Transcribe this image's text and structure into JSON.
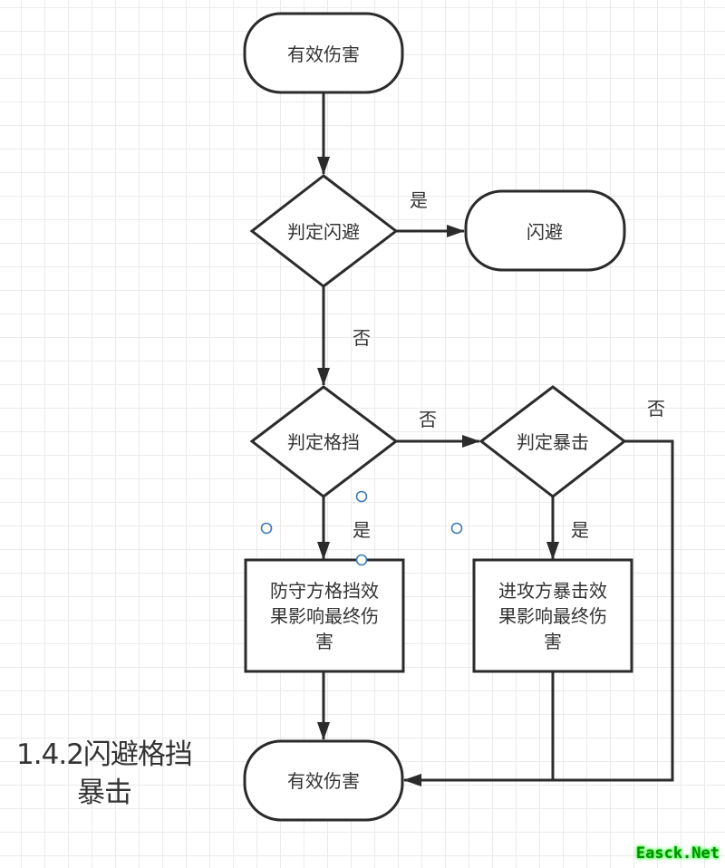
{
  "diagram": {
    "nodes": {
      "start": "有效伤害",
      "judge_dodge": "判定闪避",
      "dodge": "闪避",
      "judge_block": "判定格挡",
      "judge_crit": "判定暴击",
      "block_effect": [
        "防守方格挡效",
        "果影响最终伤",
        "害"
      ],
      "crit_effect": [
        "进攻方暴击效",
        "果影响最终伤",
        "害"
      ],
      "end": "有效伤害"
    },
    "edge_labels": {
      "dodge_yes": "是",
      "dodge_no": "否",
      "block_no": "否",
      "block_yes": "是",
      "crit_yes": "是",
      "crit_no": "否"
    },
    "colors": {
      "stroke": "#2b2b2b",
      "handle": "#3b7bb5",
      "grid": "#ebebeb"
    }
  },
  "title_lines": [
    "1.4.2闪避格挡",
    "暴击"
  ],
  "watermark": "Easck.Net"
}
